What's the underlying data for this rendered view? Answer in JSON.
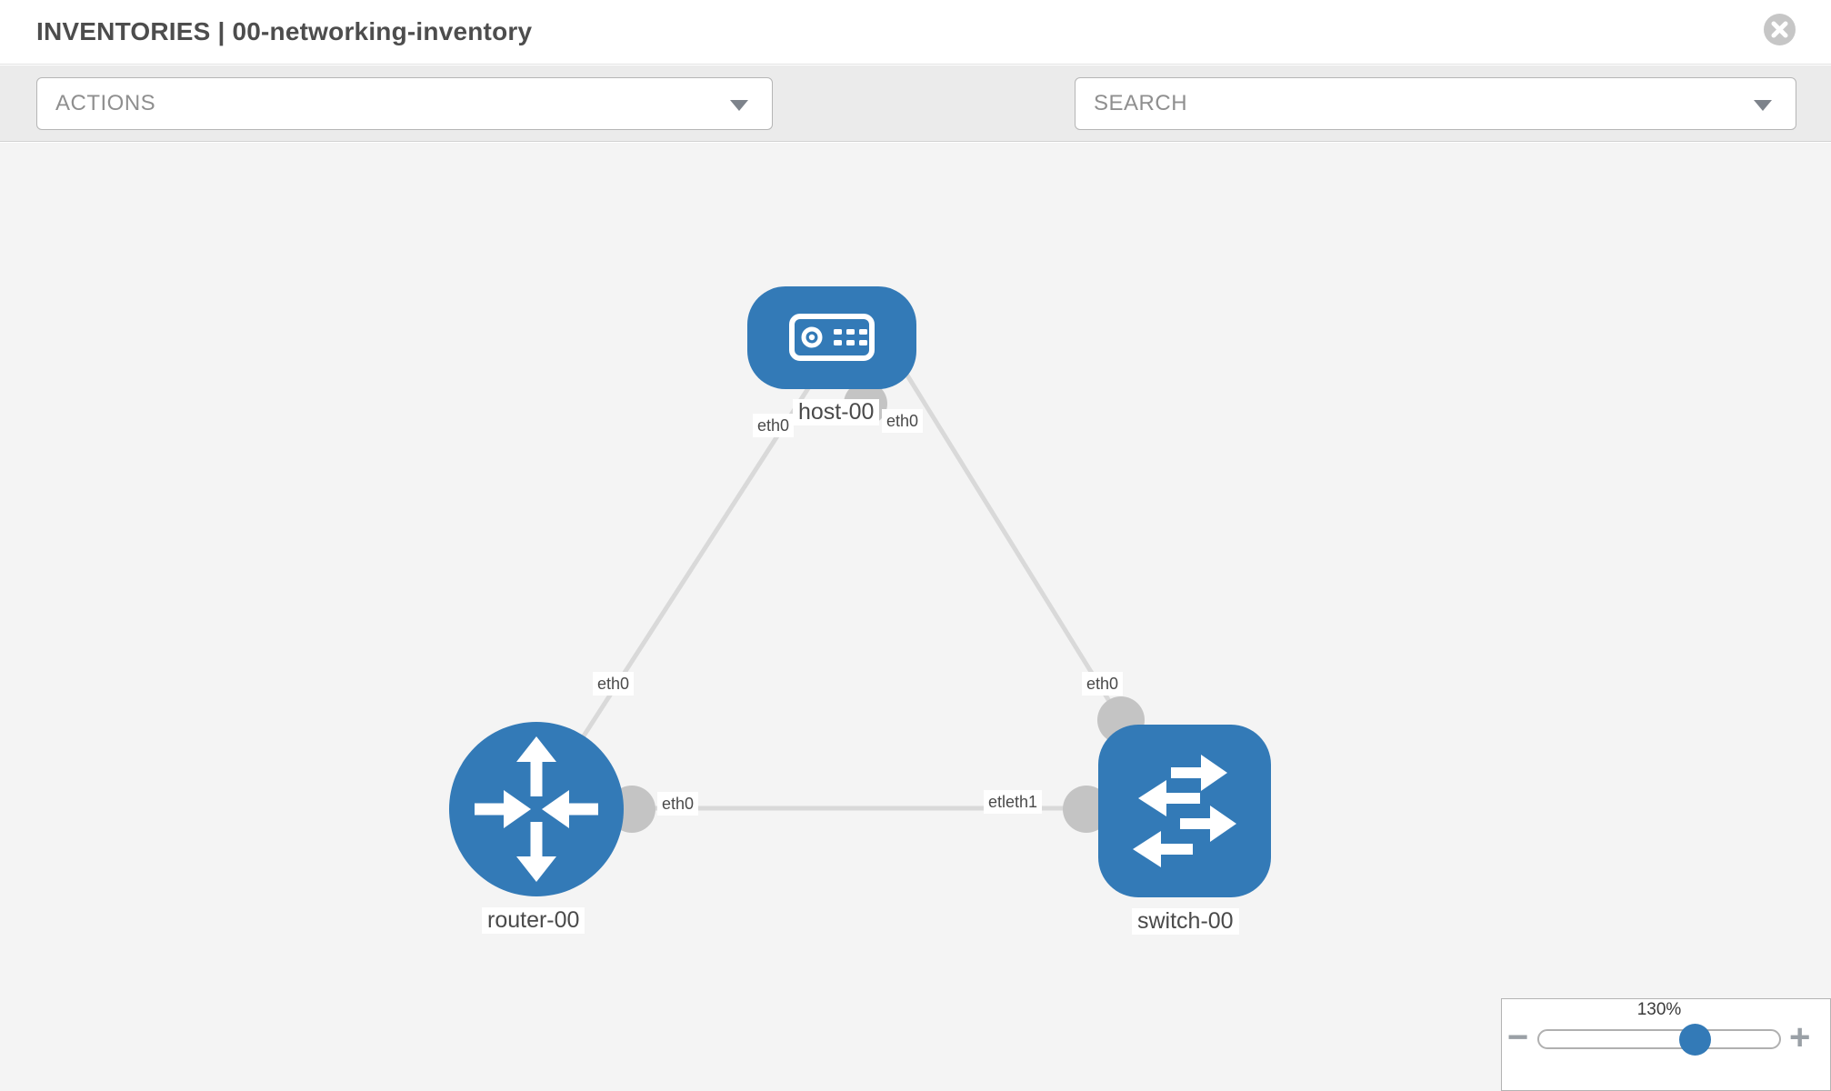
{
  "header": {
    "title": "INVENTORIES | 00-networking-inventory"
  },
  "toolbar": {
    "actions_label": "ACTIONS",
    "search_label": "SEARCH"
  },
  "topology": {
    "nodes": [
      {
        "name": "host-00",
        "type": "host"
      },
      {
        "name": "router-00",
        "type": "router"
      },
      {
        "name": "switch-00",
        "type": "switch"
      }
    ],
    "links": [
      {
        "from": "router-00",
        "to": "host-00"
      },
      {
        "from": "host-00",
        "to": "switch-00"
      },
      {
        "from": "router-00",
        "to": "switch-00"
      }
    ],
    "interface_labels": {
      "host_left": "eth0",
      "host_right": "eth0",
      "router_host_link": "eth0",
      "host_switch_link": "eth0",
      "router_switch_link_router_end": "eth0",
      "router_switch_link_switch_end": "etleth1"
    }
  },
  "zoom_control": {
    "level": "130%",
    "minus": "−",
    "plus": "+"
  },
  "colors": {
    "node_blue": "#337ab7",
    "link_gray": "#d9d9d9",
    "interface_dot_gray": "#c4c4c4",
    "toolbar_bg": "#ebebeb",
    "canvas_bg": "#f4f4f4"
  }
}
